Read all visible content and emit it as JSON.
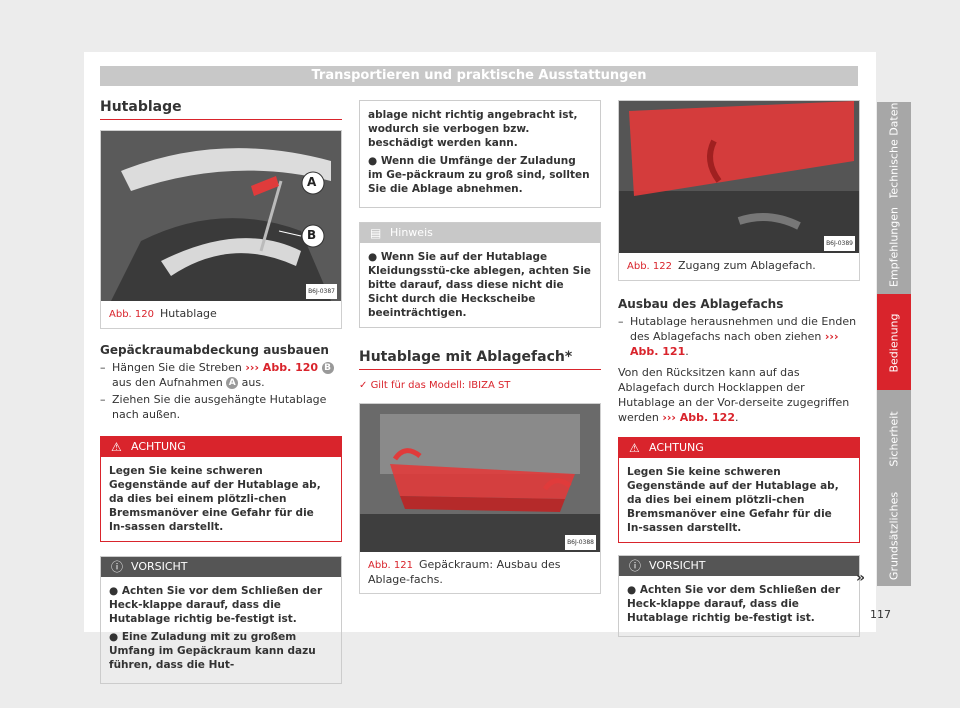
{
  "header": {
    "title": "Transportieren und praktische Ausstattungen"
  },
  "col1": {
    "section_title": "Hutablage",
    "figure": {
      "label": "Abb. 120",
      "caption": "Hutablage",
      "code": "B6J-0387",
      "marker_a": "A",
      "marker_b": "B"
    },
    "subhead": "Gepäckraumabdeckung ausbauen",
    "step1_pre": "Hängen Sie die Streben",
    "step1_ref": "››› Abb. 120",
    "step1_b": "B",
    "step1_mid": "aus den Aufnahmen",
    "step1_a": "A",
    "step1_post": "aus.",
    "step2": "Ziehen Sie die ausgehängte Hutablage nach außen.",
    "warning": {
      "title": "ACHTUNG",
      "text": "Legen Sie keine schweren Gegenstände auf der Hutablage ab, da dies bei einem plötzli-chen Bremsmanöver eine Gefahr für die In-sassen darstellt."
    },
    "caution": {
      "title": "VORSICHT",
      "bullet1": "Achten Sie vor dem Schließen der Heck-klappe darauf, dass die Hutablage richtig be-festigt ist.",
      "bullet2": "Eine Zuladung mit zu großem Umfang im Gepäckraum kann dazu führen, dass die Hut-"
    }
  },
  "col2": {
    "cont_text1": "ablage nicht richtig angebracht ist, wodurch sie verbogen bzw. beschädigt werden kann.",
    "cont_text2": "Wenn die Umfänge der Zuladung im Ge-päckraum zu groß sind, sollten Sie die Ablage abnehmen.",
    "note": {
      "title": "Hinweis",
      "text": "Wenn Sie auf der Hutablage Kleidungsstü-cke ablegen, achten Sie bitte darauf, dass diese nicht die Sicht durch die Heckscheibe beeinträchtigen."
    },
    "section_title": "Hutablage mit Ablagefach*",
    "applies": "Gilt für das Modell: IBIZA ST",
    "figure": {
      "label": "Abb. 121",
      "caption": "Gepäckraum: Ausbau des Ablage-fachs.",
      "code": "B6J-0388"
    }
  },
  "col3": {
    "figure": {
      "label": "Abb. 122",
      "caption": "Zugang zum Ablagefach.",
      "code": "B6J-0389"
    },
    "subhead": "Ausbau des Ablagefachs",
    "step1_pre": "Hutablage herausnehmen und die Enden des Ablagefachs nach oben ziehen",
    "step1_ref": "››› Abb. 121",
    "step1_post": ".",
    "para_pre": "Von den Rücksitzen kann auf das Ablagefach durch Hocklappen der Hutablage an der Vor-derseite zugegriffen werden",
    "para_ref": "››› Abb. 122",
    "para_post": ".",
    "warning": {
      "title": "ACHTUNG",
      "text": "Legen Sie keine schweren Gegenstände auf der Hutablage ab, da dies bei einem plötzli-chen Bremsmanöver eine Gefahr für die In-sassen darstellt."
    },
    "caution": {
      "title": "VORSICHT",
      "bullet1": "Achten Sie vor dem Schließen der Heck-klappe darauf, dass die Hutablage richtig be-festigt ist."
    }
  },
  "sidebar": [
    "Technische Daten",
    "Empfehlungen",
    "Bedienung",
    "Sicherheit",
    "Grundsätzliches"
  ],
  "page_number": "117",
  "continue_mark": "»",
  "colors": {
    "accent": "#d9242c",
    "tab": "#a7a7a7"
  }
}
